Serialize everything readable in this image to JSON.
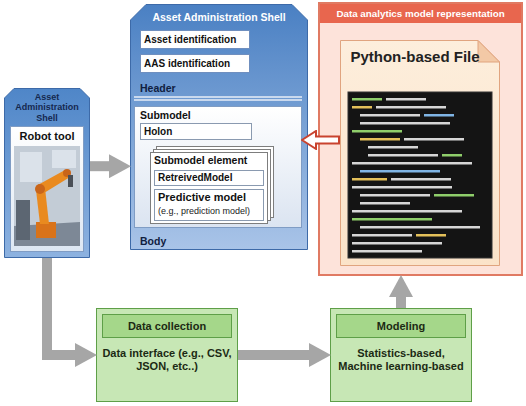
{
  "diagram": {
    "nodes": [
      {
        "text": [
          "Asset Administration Shell"
        ]
      },
      {
        "text": [
          "Robot tool"
        ],
        "in": 0
      },
      {
        "text": [
          "Asset Administration Shell",
          "Header",
          "Body"
        ]
      },
      {
        "text": [
          "Asset identification"
        ],
        "in": 2
      },
      {
        "text": [
          "AAS identification"
        ],
        "in": 2
      },
      {
        "text": [
          "Submodel"
        ],
        "in": 2
      },
      {
        "text": [
          "Holon"
        ],
        "in": 5
      },
      {
        "text": [
          "Submodel element"
        ],
        "in": 5
      },
      {
        "text": [
          "RetreivedModel"
        ],
        "in": 7
      },
      {
        "text": [
          "Predictive model",
          "(e.g., prediction model)"
        ],
        "in": 7
      },
      {
        "text": [
          "Data analytics model representation"
        ]
      },
      {
        "text": [
          "Python-based File"
        ],
        "in": 10
      },
      {
        "text": [
          "Data collection",
          "Data interface (e.g., CSV, JSON, etc..)"
        ]
      },
      {
        "text": [
          "Modeling",
          "Statistics-based, Machine learning-based"
        ]
      }
    ],
    "edges": [
      {
        "from": 0,
        "to": 2,
        "arrow": "to"
      },
      {
        "from": 11,
        "to": 5,
        "arrow": "to"
      },
      {
        "from": 0,
        "to": 12,
        "arrow": "to"
      },
      {
        "from": 12,
        "to": 13,
        "arrow": "to"
      },
      {
        "from": 13,
        "to": 10,
        "arrow": "to"
      }
    ]
  }
}
